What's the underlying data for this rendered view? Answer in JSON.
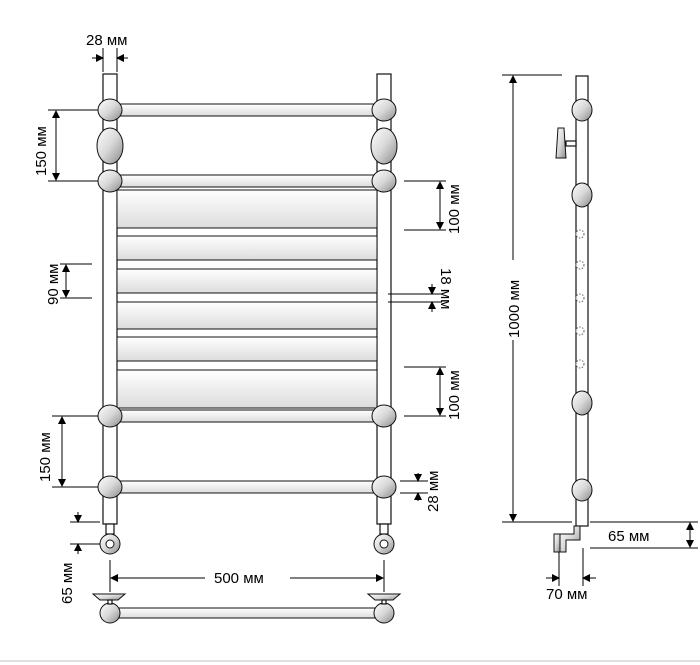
{
  "dimensions": {
    "top_pipe_diameter": "28 мм",
    "top_section_spacing": "150 мм",
    "upper_gap": "100 мм",
    "flat_bar_pitch": "90 мм",
    "flat_bar_gap": "18 мм",
    "lower_gap": "100 мм",
    "bottom_section_spacing": "150 мм",
    "bottom_pipe_diameter": "28 мм",
    "connection_height": "65 мм",
    "width_between_centers": "500 мм",
    "total_height": "1000 мм",
    "side_connection_height": "65 мм",
    "wall_offset": "70 мм"
  }
}
